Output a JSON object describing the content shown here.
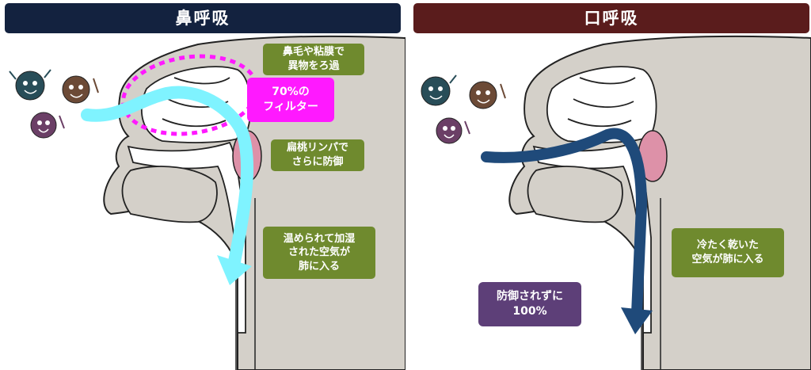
{
  "left_panel": {
    "title": "鼻呼吸",
    "title_color": "#13223f",
    "labels": {
      "nose_hair": "鼻毛や粘膜で\n異物をろ過",
      "filter": "70%の\nフィルター",
      "tonsil": "扁桃リンパで\nさらに防御",
      "warm_air": "温められて加湿\nされた空気が\n肺に入る"
    },
    "arrow_color": "#7ff3ff",
    "filter_ring_color": "#ff19ff"
  },
  "right_panel": {
    "title": "口呼吸",
    "title_color": "#5a1c1c",
    "labels": {
      "cold_air": "冷たく乾いた\n空気が肺に入る",
      "unprotected": "防御されずに\n100%"
    },
    "arrow_color": "#1f4a7a"
  },
  "colors": {
    "tissue": "#d4d0c9",
    "tonsil": "#dd91a8",
    "label_green": "#6f8a2e",
    "label_purple": "#5d3f78",
    "germ_dark": "#284d58",
    "germ_brown": "#6c4a36",
    "germ_purple": "#6b3f66"
  }
}
